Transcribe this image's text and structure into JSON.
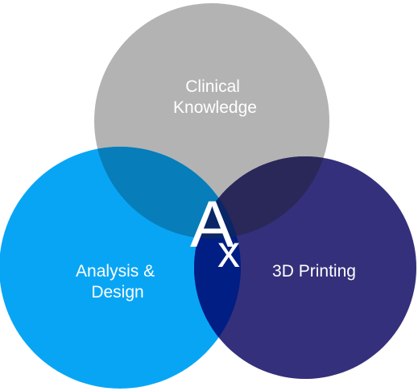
{
  "diagram": {
    "circles": [
      {
        "id": "clinical",
        "label_lines": [
          "Clinical",
          "Knowledge"
        ],
        "color": "#b3b3b3"
      },
      {
        "id": "analysis",
        "label_lines": [
          "Analysis &",
          "Design"
        ],
        "color": "#09a5f5"
      },
      {
        "id": "printing",
        "label_lines": [
          "3D Printing"
        ],
        "color": "#35307b"
      }
    ],
    "overlap_colors": {
      "clinical_analysis": "#077db9",
      "clinical_printing": "#2a2859",
      "analysis_printing": "#001e84",
      "all": "#0b2666"
    },
    "center_mark": {
      "main": "A",
      "sub": "x"
    }
  }
}
